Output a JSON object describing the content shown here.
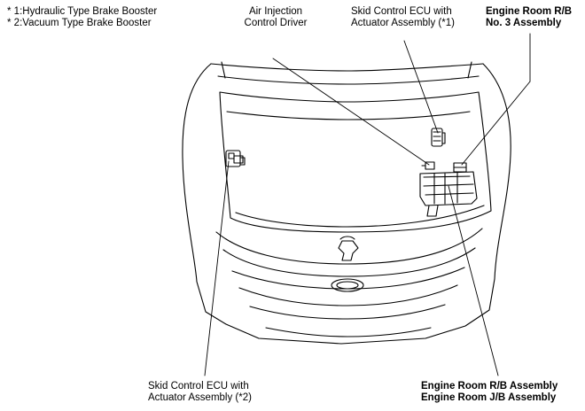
{
  "notes": {
    "line1": "* 1:Hydraulic Type Brake Booster",
    "line2": "* 2:Vacuum Type Brake Booster"
  },
  "callouts": {
    "air_injection": {
      "line1": "Air Injection",
      "line2": "Control Driver"
    },
    "skid_ecu_1": {
      "line1": "Skid Control ECU with",
      "line2": "Actuator Assembly (*1)"
    },
    "engine_rb3": {
      "line1": "Engine Room R/B",
      "line2": "No. 3 Assembly"
    },
    "skid_ecu_2": {
      "line1": "Skid Control ECU with",
      "line2": "Actuator Assembly (*2)"
    },
    "engine_rb_jb": {
      "line1": "Engine Room R/B Assembly",
      "line2": "Engine Room J/B Assembly"
    }
  }
}
